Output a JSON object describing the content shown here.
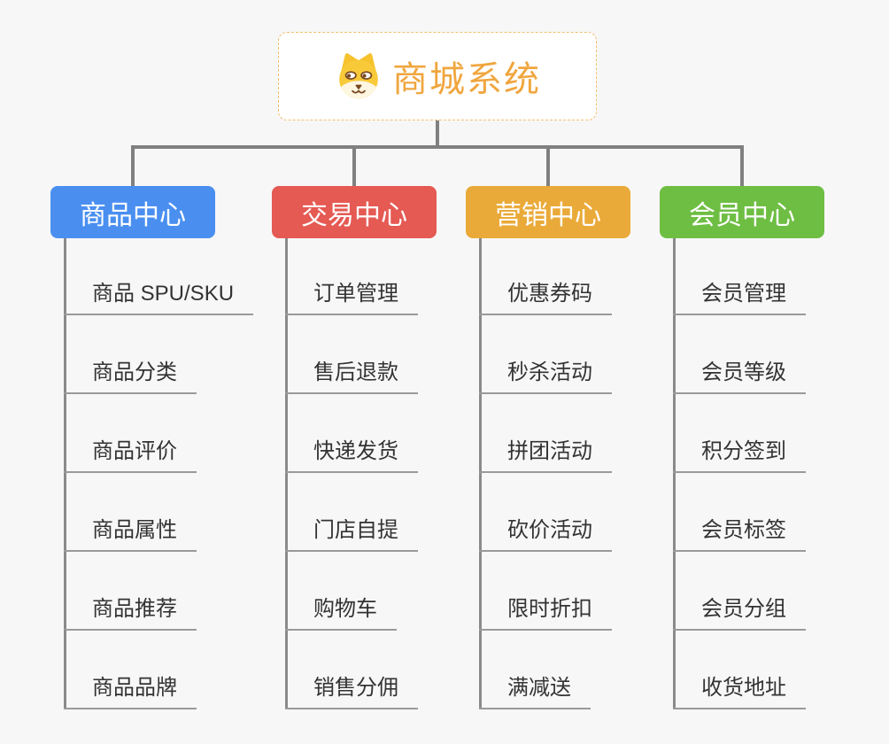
{
  "root": {
    "label": "商城系统",
    "icon": "shiba-dog-icon",
    "text_color": "#f0a63f",
    "border_color": "#f3bd6b"
  },
  "colors": {
    "background": "#f7f7f7",
    "connector": "#808080",
    "subtopic_line": "#9a9a9a",
    "subtopic_text": "#333333"
  },
  "branches": [
    {
      "label": "商品中心",
      "color": "#4a8ff0",
      "items": [
        "商品 SPU/SKU",
        "商品分类",
        "商品评价",
        "商品属性",
        "商品推荐",
        "商品品牌"
      ]
    },
    {
      "label": "交易中心",
      "color": "#e55a53",
      "items": [
        "订单管理",
        "售后退款",
        "快递发货",
        "门店自提",
        "购物车",
        "销售分佣"
      ]
    },
    {
      "label": "营销中心",
      "color": "#eaaa39",
      "items": [
        "优惠券码",
        "秒杀活动",
        "拼团活动",
        "砍价活动",
        "限时折扣",
        "满减送"
      ]
    },
    {
      "label": "会员中心",
      "color": "#6ebe43",
      "items": [
        "会员管理",
        "会员等级",
        "积分签到",
        "会员标签",
        "会员分组",
        "收货地址"
      ]
    }
  ]
}
